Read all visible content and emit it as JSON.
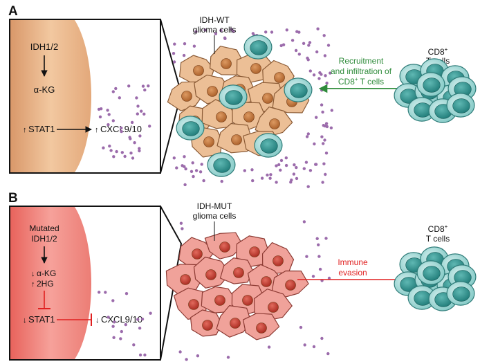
{
  "panel_a": {
    "letter": "A",
    "inset": {
      "line1": "IDH1/2",
      "line2": "α-KG",
      "stat": "STAT1",
      "cxcl": "CXCL9/10"
    },
    "cluster_label": [
      "IDH-WT",
      "glioma cells"
    ],
    "tcell_label": [
      "CD8",
      "T cells"
    ],
    "arrow_label": [
      "Recruitment",
      "and infiltration of",
      "CD8",
      " T cells"
    ],
    "colors": {
      "cell": "#e9b68a",
      "nucleus": "#b96d34",
      "arrow": "#2e8b3a",
      "inset": "#e8b98e"
    }
  },
  "panel_b": {
    "letter": "B",
    "inset": {
      "line1": "Mutated",
      "line2": "IDH1/2",
      "line3": "α-KG",
      "line4": "2HG",
      "stat": "STAT1",
      "cxcl": "CXCL9/10"
    },
    "cluster_label": [
      "IDH-MUT",
      "glioma cells"
    ],
    "tcell_label": [
      "CD8",
      "T cells"
    ],
    "arrow_label": [
      "Immune",
      "evasion"
    ],
    "colors": {
      "cell": "#ee9a92",
      "nucleus": "#c0392b",
      "arrow": "#e02020",
      "inset": "#f08a84"
    }
  },
  "superscript": "+"
}
